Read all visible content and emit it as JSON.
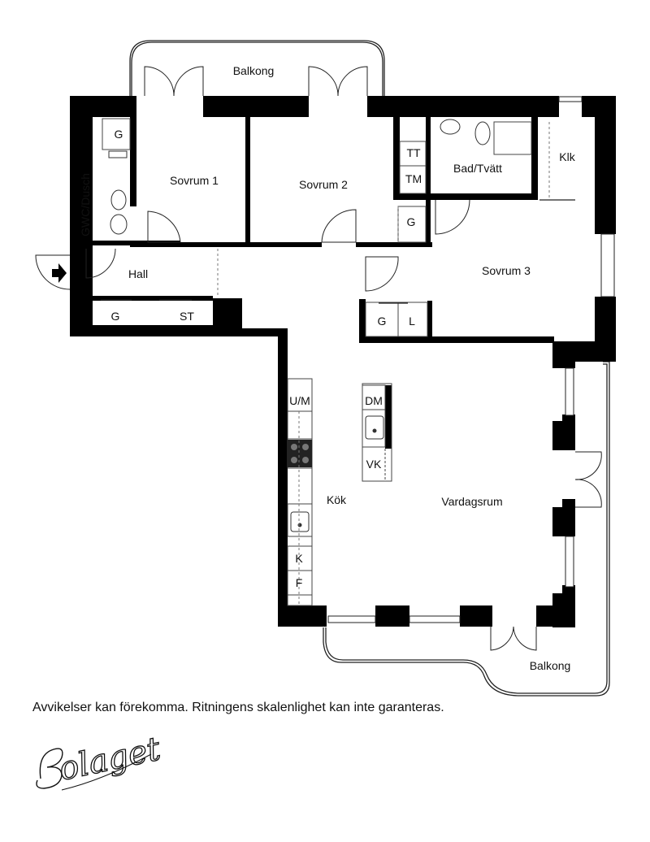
{
  "floorplan": {
    "rooms": {
      "balkong_top": "Balkong",
      "sovrum_1": "Sovrum 1",
      "sovrum_2": "Sovrum 2",
      "bad_tvatt": "Bad/Tvätt",
      "klk": "Klk",
      "gwc_dusch": "GWC/Dusch",
      "hall": "Hall",
      "sovrum_3": "Sovrum 3",
      "kok": "Kök",
      "vardagsrum": "Vardagsrum",
      "balkong_bottom": "Balkong"
    },
    "fixtures": {
      "g_top_left": "G",
      "tt": "TT",
      "tm": "TM",
      "g_sovrum2": "G",
      "g_hall": "G",
      "st_hall": "ST",
      "g_sovrum3": "G",
      "l_sovrum3": "L",
      "um": "U/M",
      "dm": "DM",
      "vk": "VK",
      "k": "K",
      "f": "F"
    }
  },
  "disclaimer": "Avvikelser kan förekomma. Ritningens skalenlighet kan inte garanteras.",
  "logo": "Bolaget"
}
